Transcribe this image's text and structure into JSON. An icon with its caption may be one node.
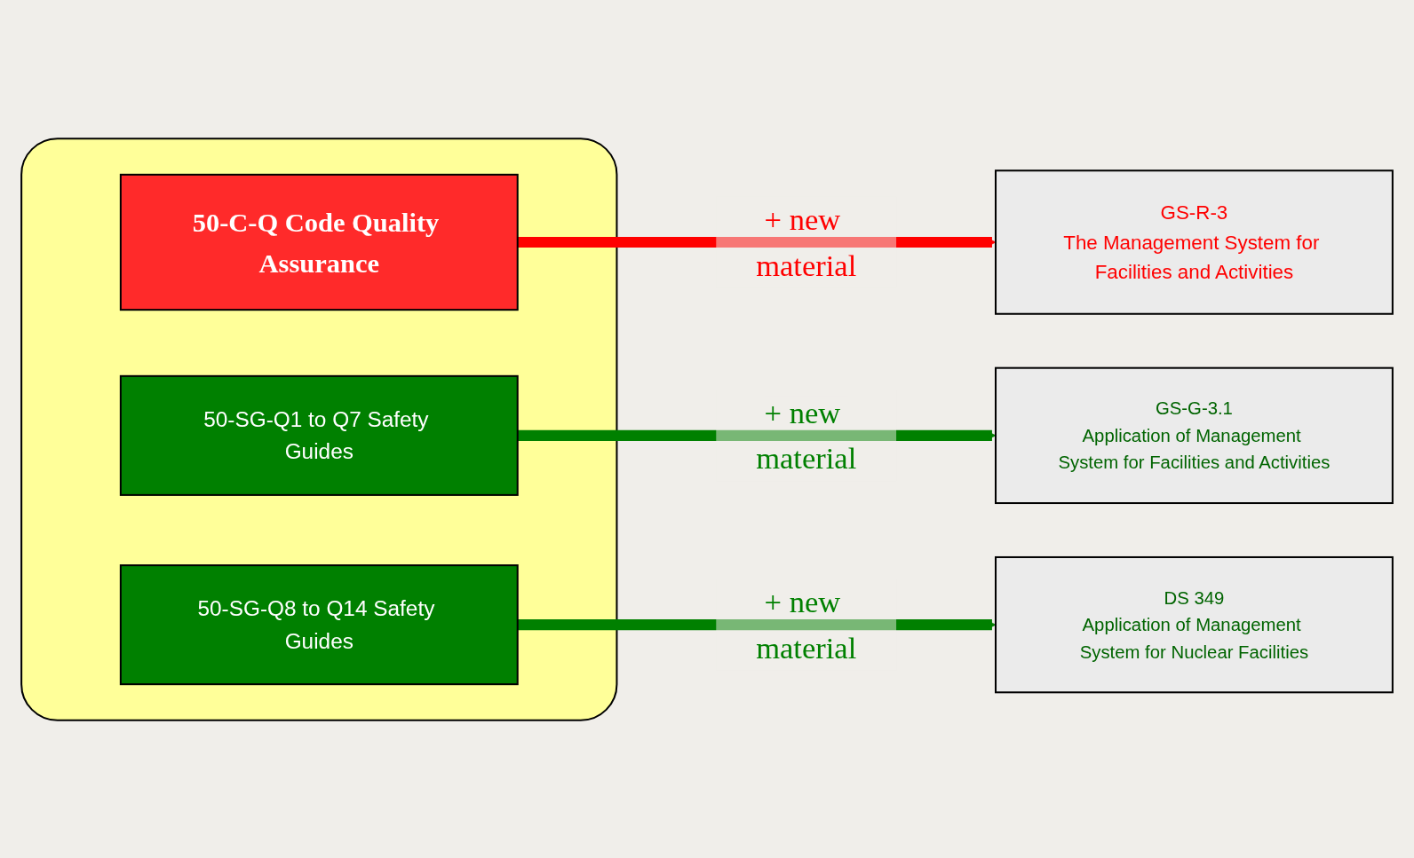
{
  "diagram": {
    "nodes": [
      {
        "text": [],
        "shape": "box"
      },
      {
        "text": [
          "50-C-Q Code Quality Assurance"
        ],
        "in": 0
      },
      {
        "text": [
          "50-SG-Q1 to Q7 Safety Guides"
        ],
        "in": 0
      },
      {
        "text": [
          "50-SG-Q8 to Q14 Safety Guides"
        ],
        "in": 0
      },
      {
        "text": [
          "GS-R-3",
          "The Management System for Facilities and Activities"
        ]
      },
      {
        "text": [
          "GS-G-3.1",
          "Application of Management System for Facilities and Activities"
        ]
      },
      {
        "text": [
          "DS 349",
          "Application of Management System for Nuclear Facilities"
        ]
      }
    ],
    "edges": [
      {
        "from": 1,
        "to": 4,
        "arrow": "to",
        "label": "+ new material",
        "color": "#ff0000"
      },
      {
        "from": 2,
        "to": 5,
        "arrow": "to",
        "label": "+ new material"
      },
      {
        "from": 3,
        "to": 6,
        "arrow": "to",
        "label": "+ new material"
      }
    ]
  }
}
